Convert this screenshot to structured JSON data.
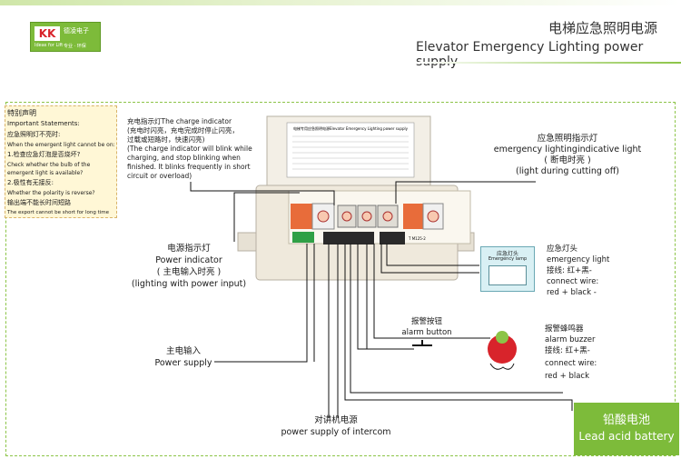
{
  "header": {
    "logo_mark": "KK",
    "logo_cn": "德凌电子",
    "logo_sub1": "Ideas for Lift",
    "logo_sub2": "专业 · 环保",
    "title_cn": "电梯应急照明电源",
    "title_en": "Elevator Emergency Lighting power supply"
  },
  "note": {
    "lines": [
      "特别声明",
      "Important Statements:",
      "应急照明灯不亮时:",
      "When the emergent light cannot be on:",
      "1.检查应急灯泡是否烧坏?",
      "Check whether the bulb of the",
      "emergent light is available?",
      "2.极性有无接反:",
      "Whether the polarity is reverse?",
      "输出端不能长时间短路",
      "The export cannot be short for long time"
    ]
  },
  "callouts": {
    "charge": [
      "充电指示灯The charge indicator",
      "(充电时闪亮，充电完成时停止闪亮，",
      "过载或短路时，快速闪亮)",
      "(The charge indicator will blink while",
      "charging, and stop blinking when",
      "finished. It blinks frequently in short",
      "circuit or overload)"
    ],
    "emergency": [
      "应急照明指示灯",
      "emergency lightingindicative light",
      "( 断电时亮 )",
      "(light during cutting off)"
    ],
    "power_ind": [
      "电源指示灯",
      "Power indicator",
      "( 主电输入时亮 )",
      "(lighting with power input)"
    ],
    "lamp_head": [
      "应急灯头",
      "emergency light",
      "接线: 红+黑-",
      "connect wire:",
      "red + black -"
    ],
    "alarm_button": [
      "报警按钮",
      "alarm button"
    ],
    "buzzer": [
      "报警蜂鸣器",
      "alarm buzzer",
      "接线: 红+黑-",
      "connect wire:",
      "red + black"
    ],
    "power_supply": [
      "主电输入",
      "Power supply"
    ],
    "intercom": [
      "对讲机电源",
      "power supply of intercom"
    ]
  },
  "lamp": {
    "cn": "应急灯头",
    "en": "Emergency lamp"
  },
  "device": {
    "label_title": "电梯专用应急照明电源Elevator Emergency Lighting power supply",
    "bottom_code": "T M125-2"
  },
  "battery": {
    "cn": "铅酸电池",
    "en": "Lead acid battery"
  },
  "colors": {
    "accent_green": "#7dbb3a",
    "note_bg": "#fff7d6",
    "buzzer_red": "#d8242b"
  }
}
